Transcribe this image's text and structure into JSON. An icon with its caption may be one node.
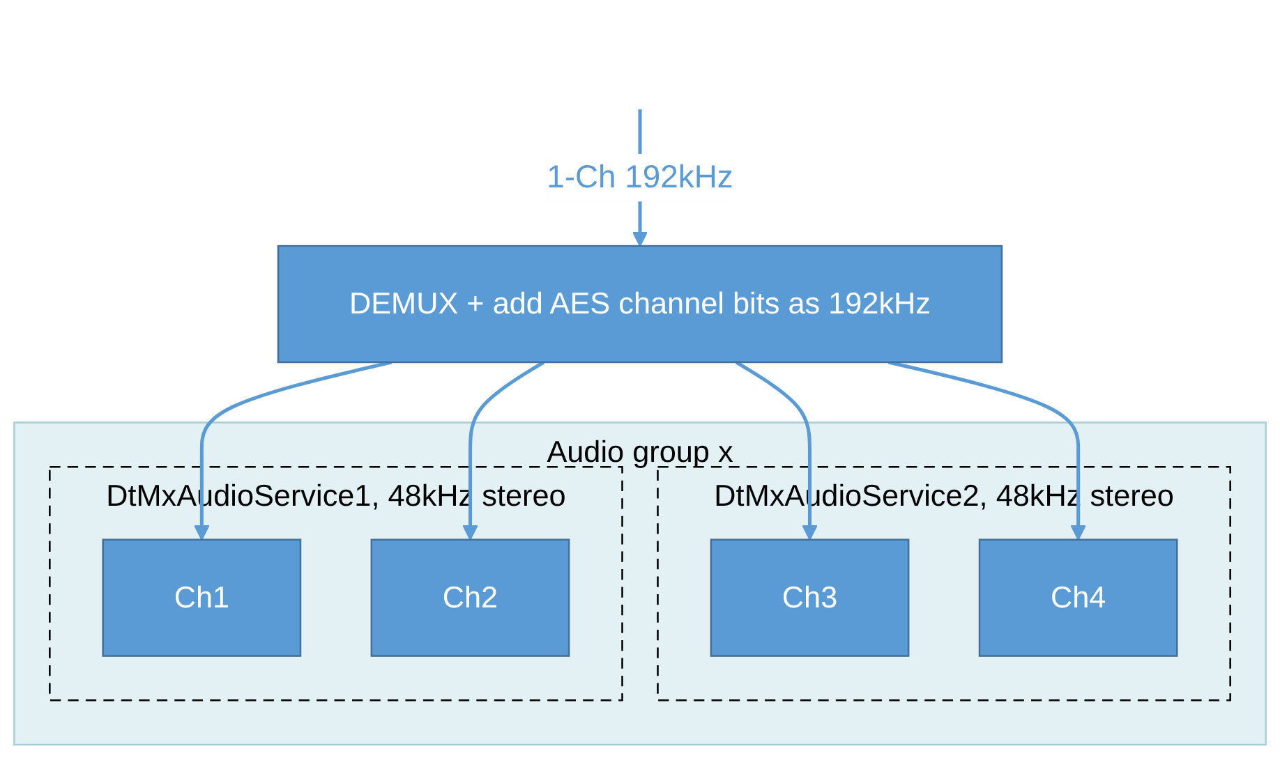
{
  "diagram": {
    "nodes": [
      {
        "text": [
          "DEMUX + add AES channel bits as 192kHz"
        ]
      },
      {
        "text": [
          "Audio group x"
        ]
      },
      {
        "text": [
          "DtMxAudioService1, 48kHz stereo"
        ],
        "in": 1
      },
      {
        "text": [
          "Ch1"
        ],
        "in": 2
      },
      {
        "text": [
          "Ch2"
        ],
        "in": 2
      },
      {
        "text": [
          "DtMxAudioService2, 48kHz stereo"
        ],
        "in": 1
      },
      {
        "text": [
          "Ch3"
        ],
        "in": 5
      },
      {
        "text": [
          "Ch4"
        ],
        "in": 5
      }
    ],
    "edges": [
      {
        "from": null,
        "to": 0,
        "arrow": "to",
        "label": "1-Ch 192kHz"
      },
      {
        "from": 0,
        "to": 3,
        "arrow": "to"
      },
      {
        "from": 0,
        "to": 4,
        "arrow": "to"
      },
      {
        "from": 0,
        "to": 6,
        "arrow": "to"
      },
      {
        "from": 0,
        "to": 7,
        "arrow": "to"
      }
    ]
  }
}
